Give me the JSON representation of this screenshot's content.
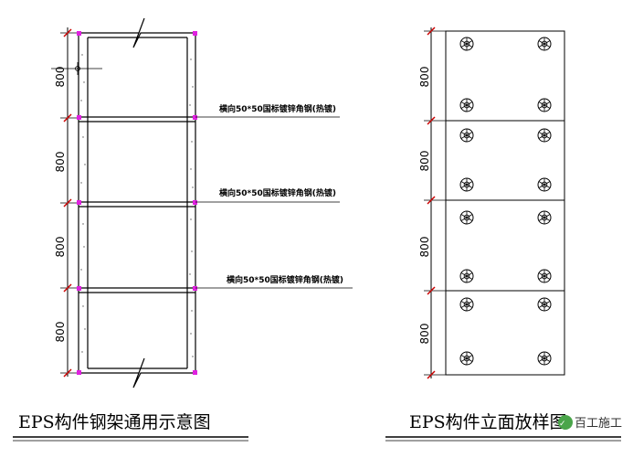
{
  "left_diagram": {
    "dimensions": [
      "800",
      "800",
      "800",
      "800"
    ],
    "annotations": [
      "横向50*50国标镀锌角钢(热镀)",
      "横向50*50国标镀锌角钢(热镀)",
      "横向50*50国标镀锌角钢(热镀)"
    ],
    "title": "EPS构件钢架通用示意图"
  },
  "right_diagram": {
    "dimensions": [
      "800",
      "800",
      "800",
      "800"
    ],
    "title": "EPS构件立面放样图"
  },
  "watermark": "百工施工",
  "colors": {
    "line": "#000000",
    "corner_marker": "#e020e0",
    "dim_tick": "#cc0000"
  }
}
